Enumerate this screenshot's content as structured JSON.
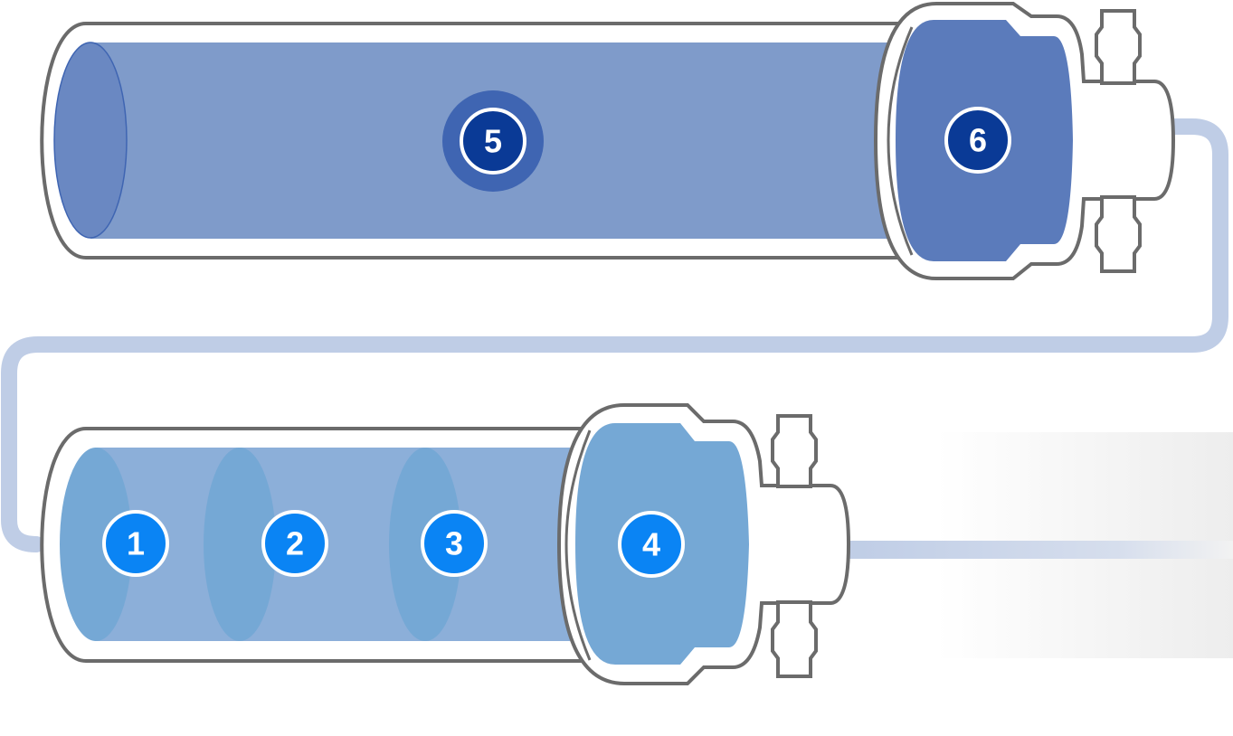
{
  "diagram": {
    "colors": {
      "outline": "#6b6b6b",
      "pipe": "#bfcde6",
      "upper_body_fill": "#7f9bca",
      "upper_body_end": "#6a88c2",
      "upper_cap_fill": "#5b7bbb",
      "upper_marker_halo": "#3f65b2",
      "upper_marker_fill": "#0a3a96",
      "lower_body_fill": "#8cafd9",
      "lower_disc_fill": "#75a8d5",
      "lower_cap_fill": "#75a8d5",
      "lower_marker_fill": "#0a84f4",
      "outlet_fade": "#ededed"
    },
    "markers": [
      {
        "label": "1"
      },
      {
        "label": "2"
      },
      {
        "label": "3"
      },
      {
        "label": "4"
      },
      {
        "label": "5"
      },
      {
        "label": "6"
      }
    ]
  }
}
